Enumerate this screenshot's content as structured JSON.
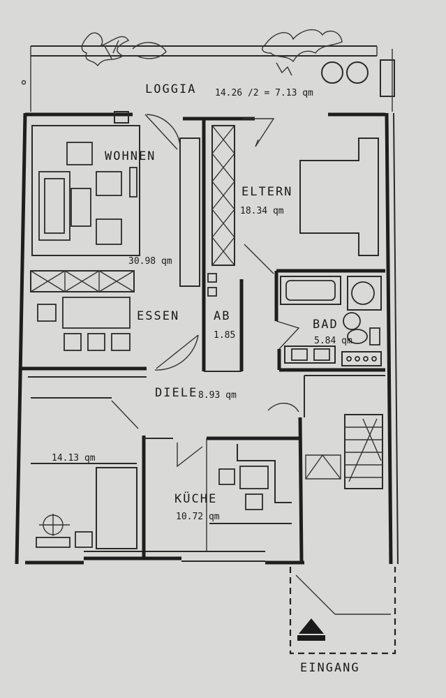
{
  "rooms": {
    "loggia": {
      "name": "LOGGIA",
      "area": "14.26 /2 = 7.13 qm"
    },
    "wohnen": {
      "name": "WOHNEN",
      "area": "30.98 qm"
    },
    "essen": {
      "name": "ESSEN"
    },
    "eltern": {
      "name": "ELTERN",
      "area": "18.34 qm"
    },
    "ab": {
      "name": "AB",
      "area": "1.85"
    },
    "bad": {
      "name": "BAD",
      "area": "5.84 qm"
    },
    "diele": {
      "name": "DIELE",
      "area": "8.93 qm"
    },
    "kinder": {
      "area": "14.13 qm"
    },
    "kueche": {
      "name": "KÜCHE",
      "area": "10.72 qm"
    }
  },
  "entrance": {
    "label": "EINGANG"
  },
  "colors": {
    "paper": "#d9d9d7",
    "ink": "#1e1e1e"
  }
}
